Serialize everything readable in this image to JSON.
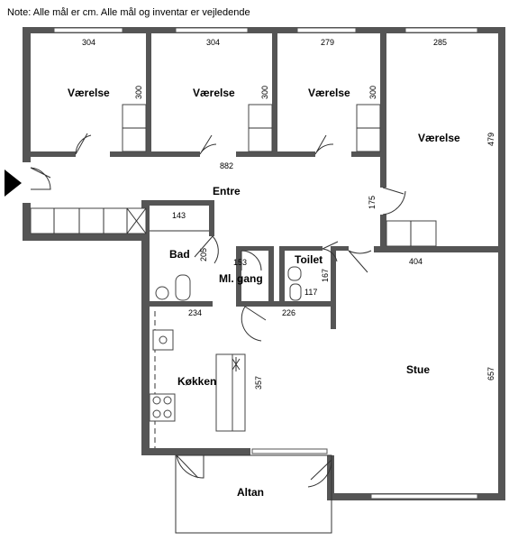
{
  "note": "Note: Alle mål er cm. Alle mål og inventar er vejledende",
  "rooms": {
    "vaerelse_1": "Værelse",
    "vaerelse_2": "Værelse",
    "vaerelse_3": "Værelse",
    "vaerelse_4": "Værelse",
    "entre": "Entre",
    "bad": "Bad",
    "ml_gang": "Ml. gang",
    "toilet": "Toilet",
    "koekken": "Køkken",
    "stue": "Stue",
    "altan": "Altan"
  },
  "dimensions": {
    "v1_width": "304",
    "v1_depth": "300",
    "v2_width": "304",
    "v2_depth": "300",
    "v3_width": "279",
    "v3_depth": "300",
    "v4_width": "285",
    "v4_depth": "479",
    "entre_length": "882",
    "entre_depth": "175",
    "closet_width": "143",
    "bad_depth": "205",
    "bad_width": "234",
    "gang_width": "153",
    "toilet_depth": "167",
    "toilet_width": "117",
    "koekken_width": "226",
    "koekken_depth": "357",
    "stue_width": "404",
    "stue_depth": "657"
  },
  "colors": {
    "wall": "#555555",
    "background": "#ffffff",
    "lines": "#333333"
  },
  "icons": {
    "entrance": "entrance-arrow-icon"
  }
}
